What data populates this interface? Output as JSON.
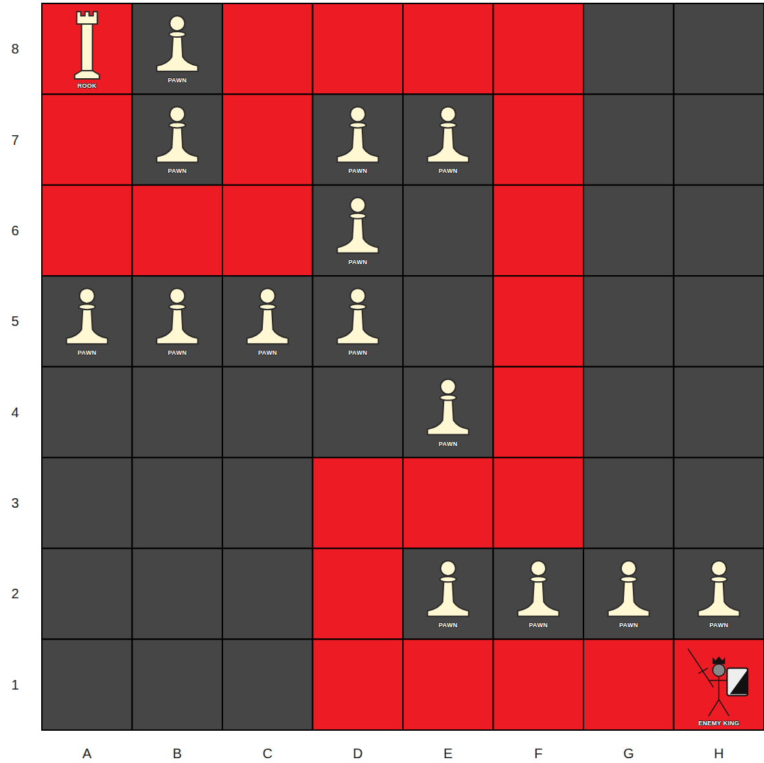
{
  "diagram": {
    "labels": [
      "8",
      "ROOK",
      "PAWN",
      "7",
      "PAWN",
      "PAWN",
      "PAWN",
      "6",
      "PAWN",
      "5",
      "PAWN",
      "PAWN",
      "PAWN",
      "PAWN",
      "4",
      "PAWN",
      "3",
      "2",
      "PAWN",
      "PAWN",
      "PAWN",
      "PAWN",
      "1",
      "ENEMY KING",
      "A",
      "B",
      "C",
      "D",
      "E",
      "F",
      "G",
      "H"
    ]
  }
}
